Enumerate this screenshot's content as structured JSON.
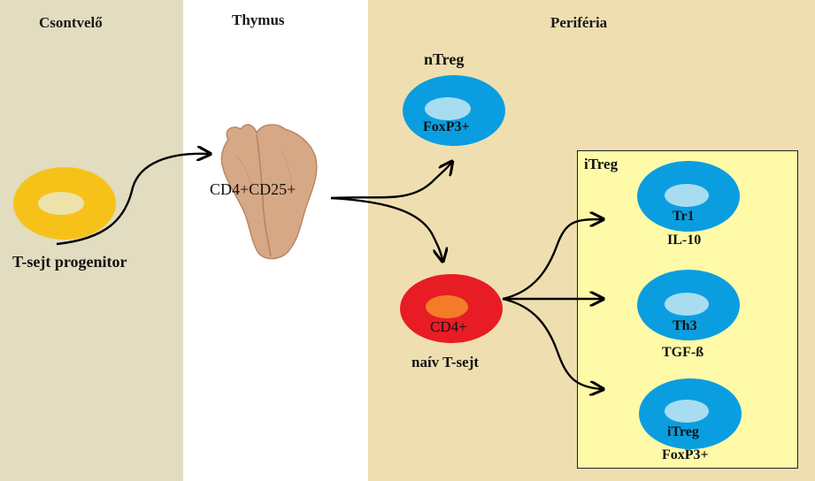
{
  "sections": {
    "bone_marrow": "Csontvelő",
    "thymus": "Thymus",
    "periphery": "Periféria"
  },
  "cells": {
    "progenitor": {
      "label": "T-sejt progenitor",
      "color": "#f6c21a",
      "nucleus": "#ece2aa"
    },
    "thymocyte": {
      "label": "CD4+CD25+"
    },
    "ntreg": {
      "title": "nTreg",
      "marker": "FoxP3+",
      "color": "#0a9ee0",
      "nucleus": "#a8dcf0"
    },
    "naive": {
      "marker": "CD4+",
      "label": "naív T-sejt",
      "color": "#e81c24",
      "nucleus": "#f47c28"
    }
  },
  "itreg": {
    "title": "iTreg",
    "tr1": {
      "name": "Tr1",
      "cytokine": "IL-10"
    },
    "th3": {
      "name": "Th3",
      "cytokine": "TGF-ß"
    },
    "itreg_cell": {
      "name": "iTreg",
      "marker": "FoxP3+"
    }
  },
  "colors": {
    "arrow": "#000000",
    "itreg_box": "#fffaa8"
  }
}
